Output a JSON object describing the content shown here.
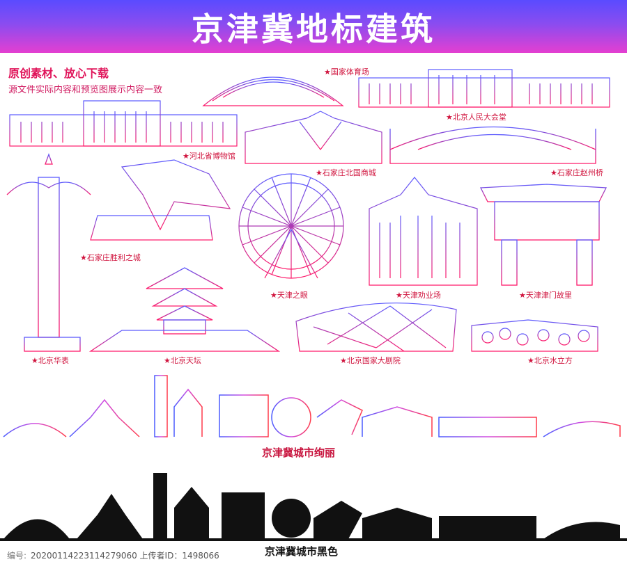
{
  "header": {
    "title": "京津冀地标建筑"
  },
  "promo": {
    "line1": "原创素材、放心下载",
    "line2": "源文件实际内容和预览图展示内容一致"
  },
  "landmarks": [
    "★国家体育场",
    "★北京人民大会堂",
    "★河北省博物馆",
    "★石家庄北国商城",
    "★石家庄赵州桥",
    "★石家庄胜利之城",
    "★天津之眼",
    "★天津劝业场",
    "★天津津门故里",
    "★北京华表",
    "★北京天坛",
    "★北京国家大剧院",
    "★北京水立方"
  ],
  "captions": {
    "color_skyline": "京津冀城市绚丽",
    "black_skyline": "京津冀城市黑色"
  },
  "footer": {
    "site": "编号:",
    "info": "20200114223114279060 上传者ID：1498066"
  },
  "colors": {
    "title_top": "#5a4bff",
    "title_bottom": "#e43fd1",
    "accent_red": "#d0143e",
    "accent_blue": "#5b5bff"
  }
}
